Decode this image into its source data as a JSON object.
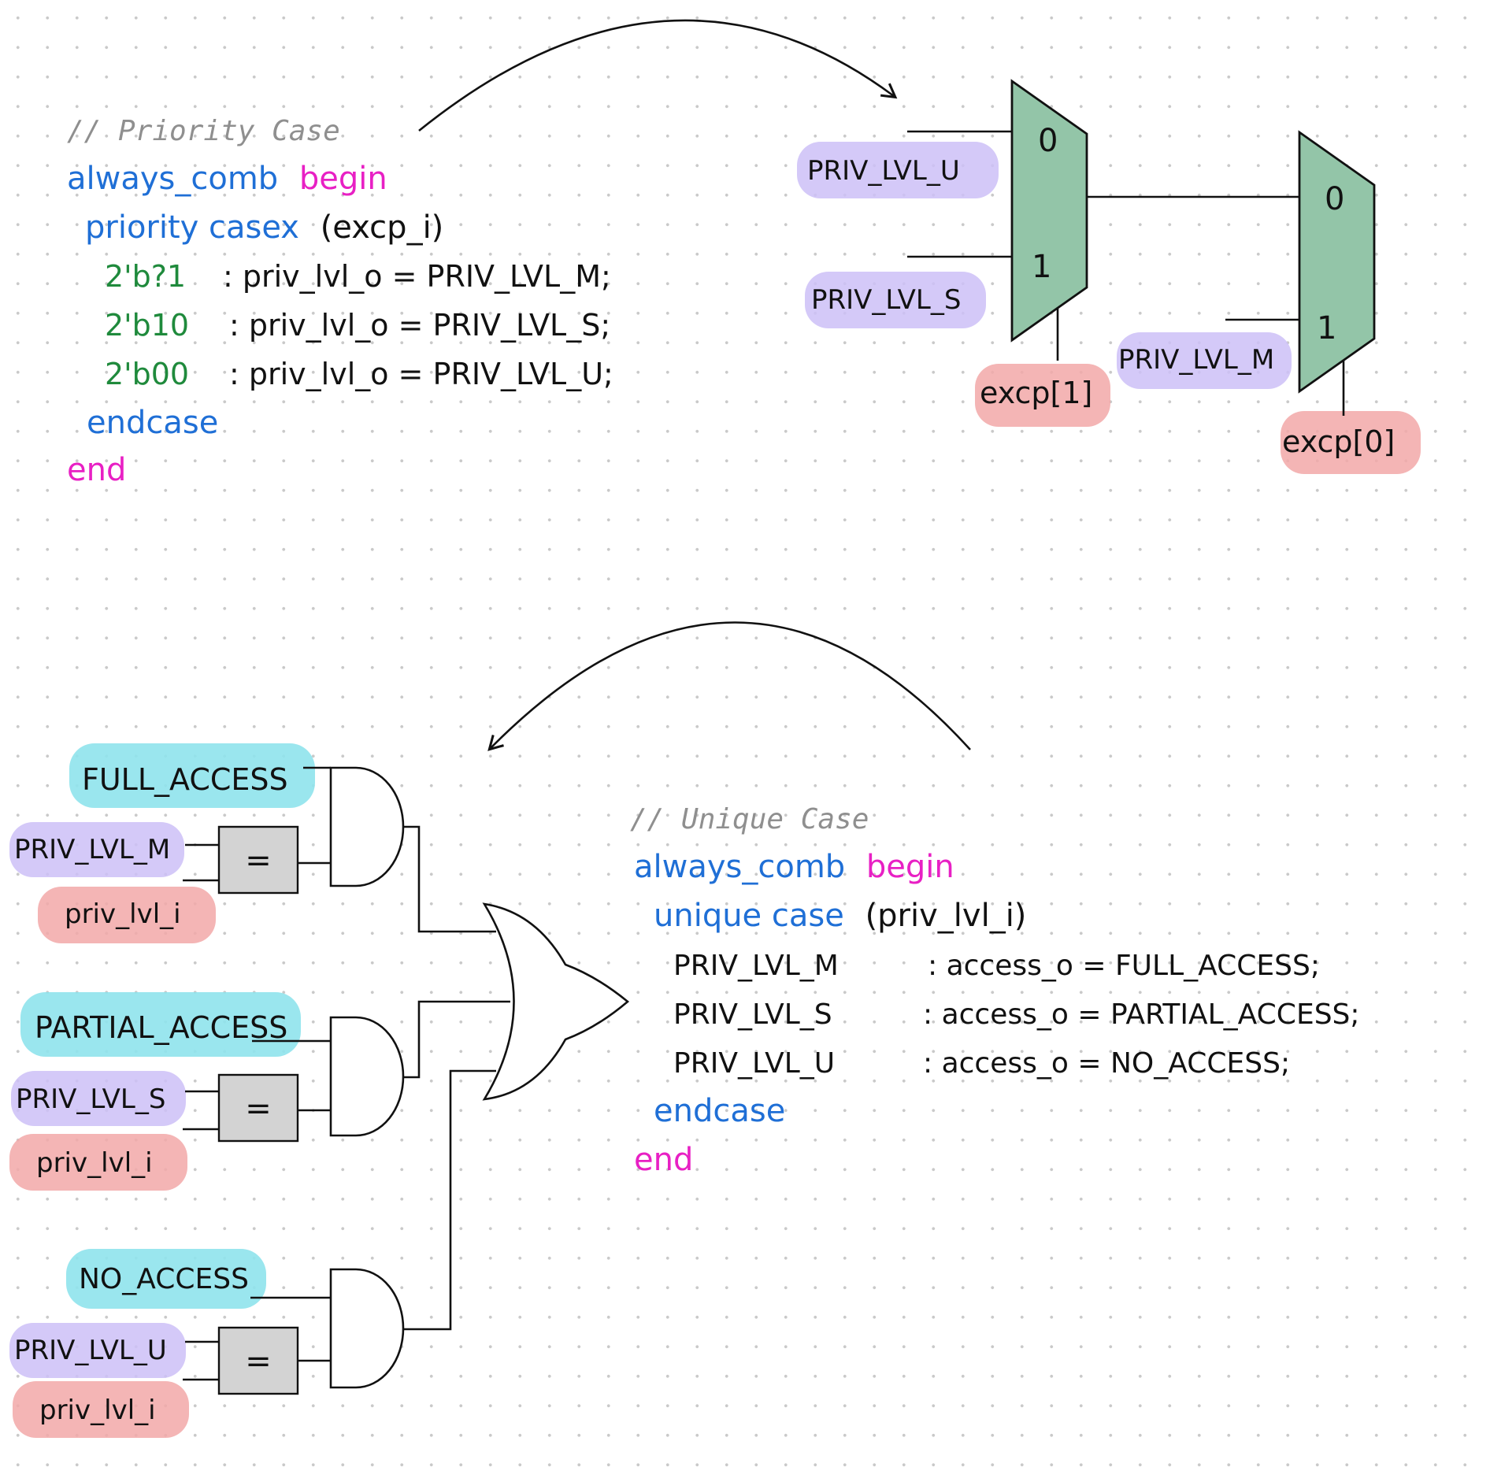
{
  "priority_code": {
    "comment": "// Priority Case",
    "always_comb": "always_comb",
    "begin": "begin",
    "case_kw": "priority casex",
    "case_expr": "(excp_i)",
    "cases": [
      {
        "pattern": "2'b?1",
        "stmt": ": priv_lvl_o = PRIV_LVL_M;"
      },
      {
        "pattern": "2'b10",
        "stmt": ": priv_lvl_o = PRIV_LVL_S;"
      },
      {
        "pattern": "2'b00",
        "stmt": ": priv_lvl_o = PRIV_LVL_U;"
      }
    ],
    "endcase": "endcase",
    "end": "end"
  },
  "unique_code": {
    "comment": "// Unique Case",
    "always_comb": "always_comb",
    "begin": "begin",
    "case_kw": "unique case",
    "case_expr": "(priv_lvl_i)",
    "cases": [
      {
        "pattern": "PRIV_LVL_M",
        "stmt": ": access_o = FULL_ACCESS;"
      },
      {
        "pattern": "PRIV_LVL_S",
        "stmt": ": access_o = PARTIAL_ACCESS;"
      },
      {
        "pattern": "PRIV_LVL_U",
        "stmt": ": access_o = NO_ACCESS;"
      }
    ],
    "endcase": "endcase",
    "end": "end"
  },
  "mux_diagram": {
    "mux1": {
      "in0": "0",
      "in1": "1"
    },
    "mux2": {
      "in0": "0",
      "in1": "1"
    },
    "labels": {
      "priv_u": "PRIV_LVL_U",
      "priv_s": "PRIV_LVL_S",
      "priv_m": "PRIV_LVL_M",
      "sel1": "excp[1]",
      "sel0": "excp[0]"
    }
  },
  "gate_diagram": {
    "groups": [
      {
        "access": "FULL_ACCESS",
        "level": "PRIV_LVL_M",
        "input": "priv_lvl_i",
        "op": "="
      },
      {
        "access": "PARTIAL_ACCESS",
        "level": "PRIV_LVL_S",
        "input": "priv_lvl_i",
        "op": "="
      },
      {
        "access": "NO_ACCESS",
        "level": "PRIV_LVL_U",
        "input": "priv_lvl_i",
        "op": "="
      }
    ]
  },
  "colors": {
    "keyword_blue": "#1f6fd6",
    "keyword_pink": "#e820c4",
    "pattern_green": "#1f8a3c",
    "mux_fill": "#93c5a8",
    "highlight_purple": "#cdbff7",
    "highlight_red": "#f2a8a8",
    "highlight_cyan": "#8fe3ec",
    "comparator_fill": "#d3d3d3"
  }
}
